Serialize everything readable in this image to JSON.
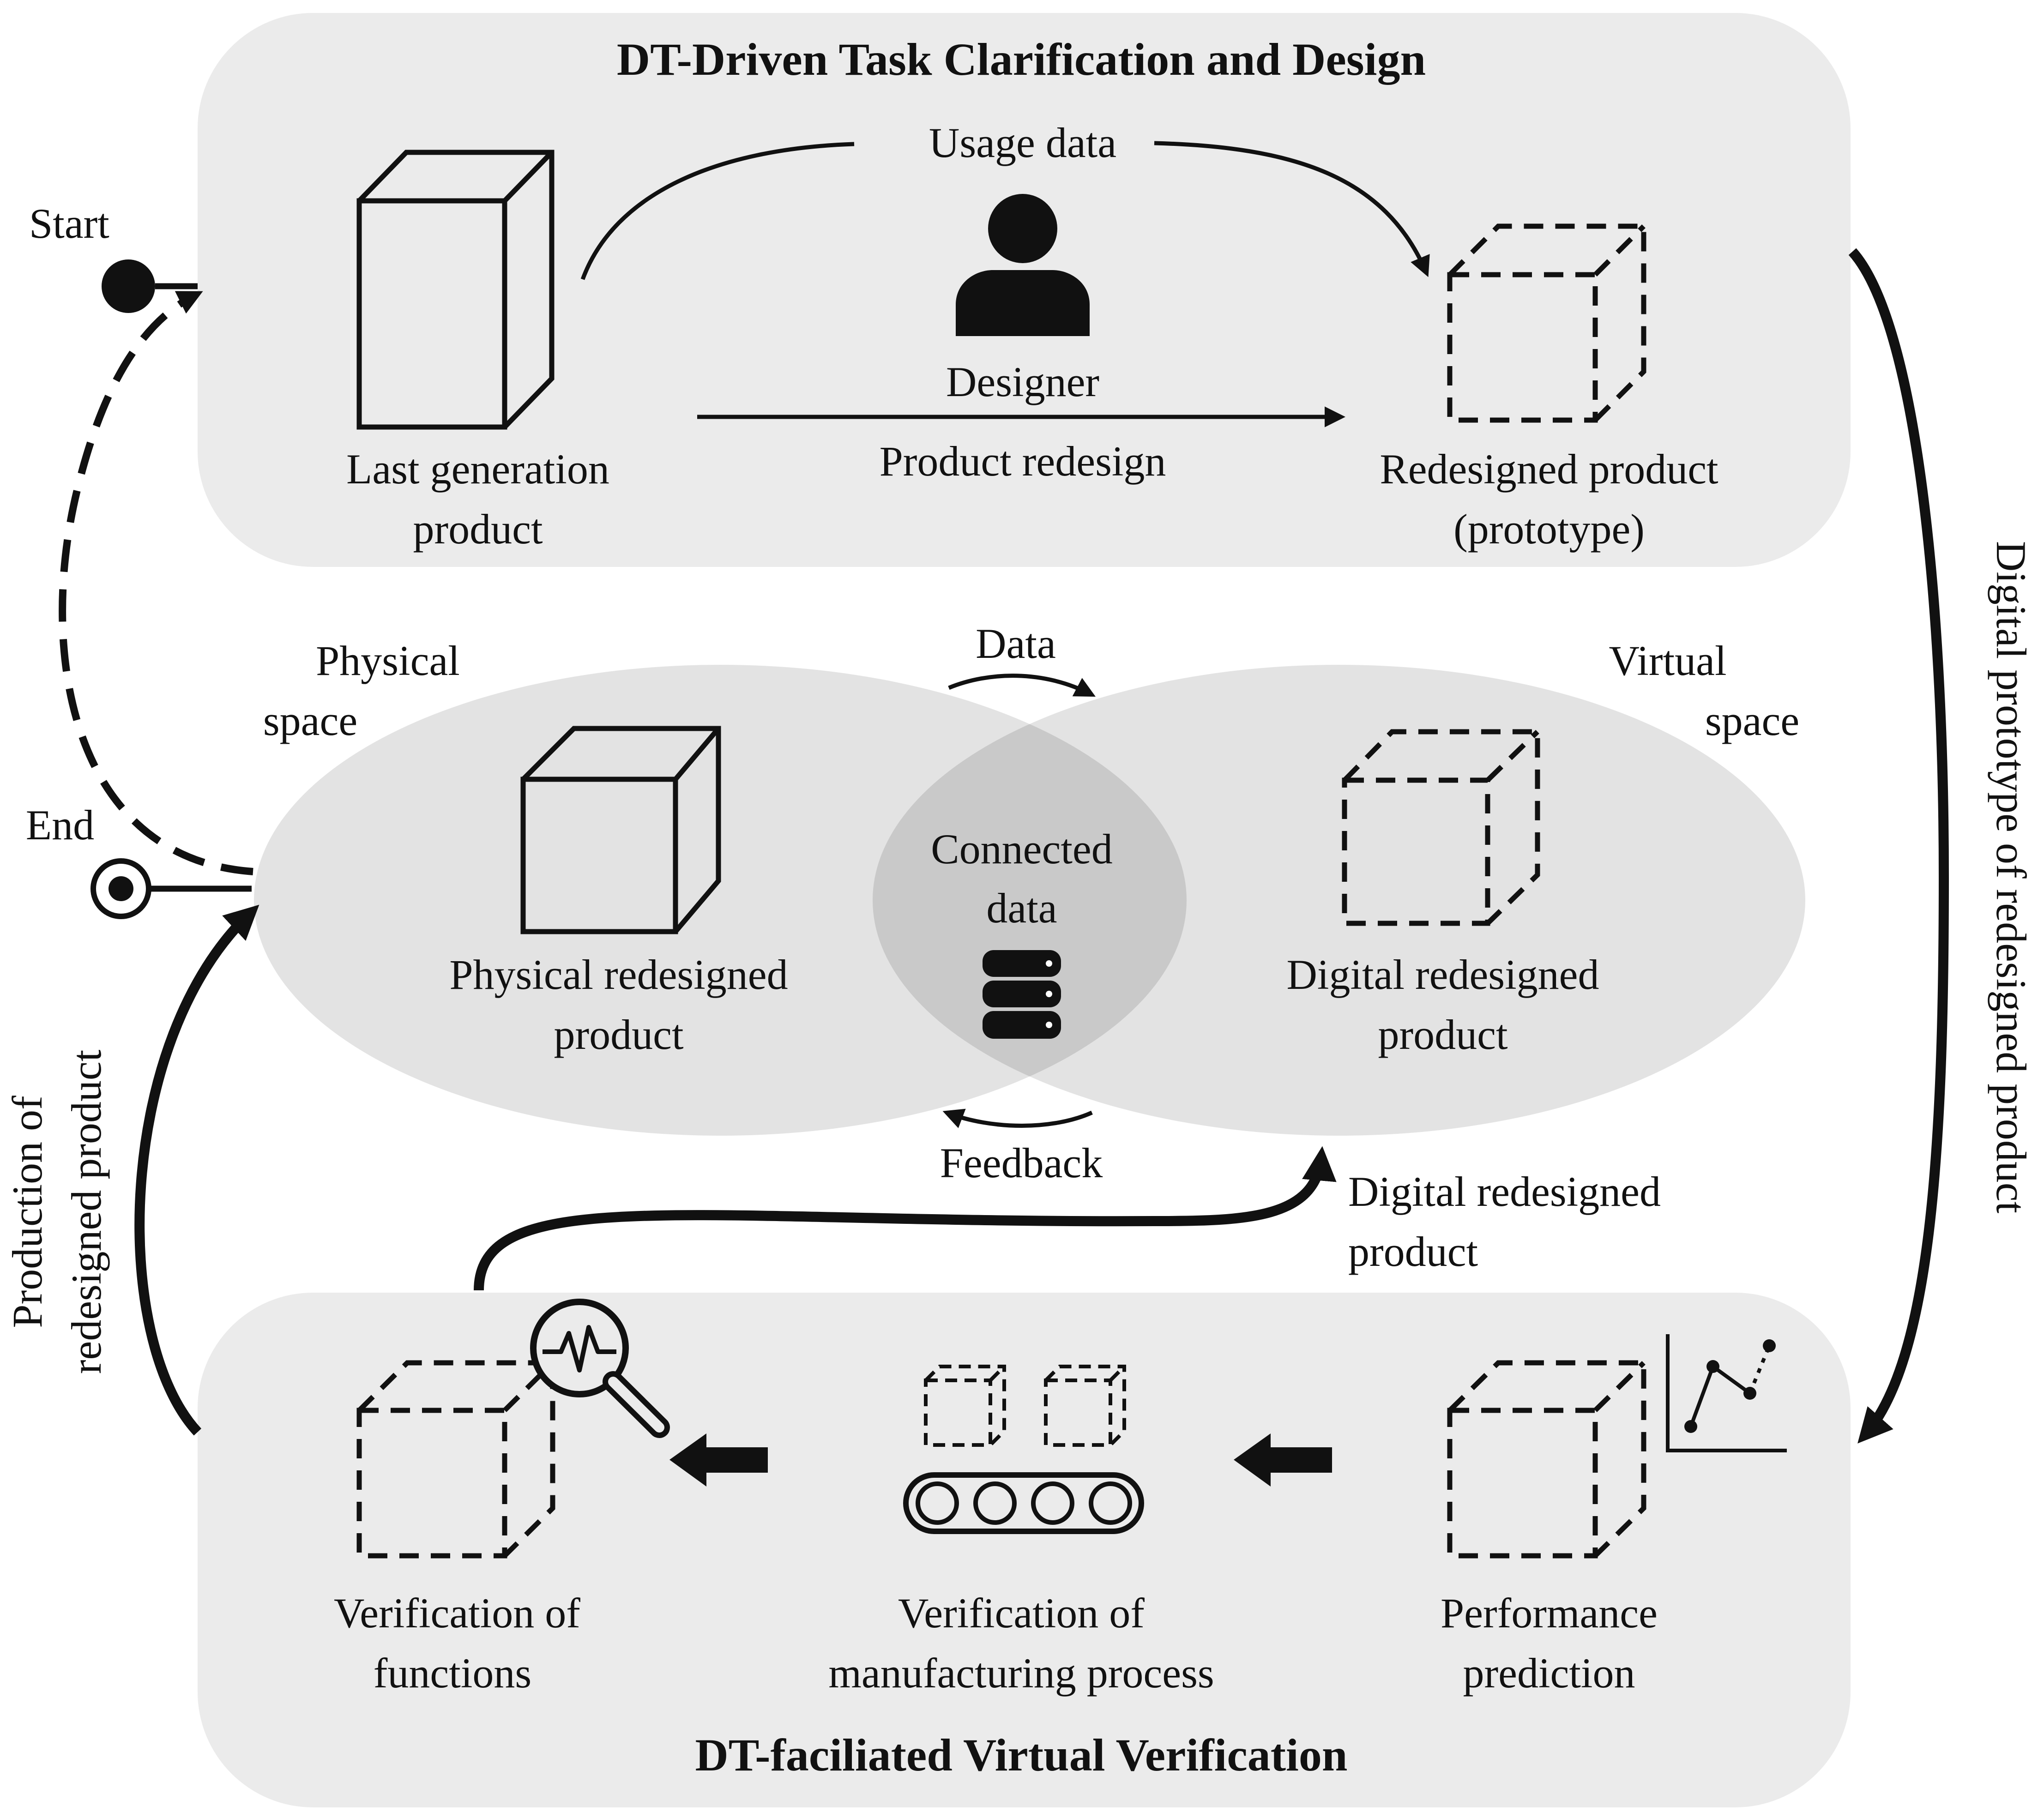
{
  "top_panel": {
    "title": "DT-Driven Task  Clarification and Design",
    "usage_data": "Usage data",
    "designer": "Designer",
    "product_redesign": "Product redesign",
    "last_gen_line1": "Last generation",
    "last_gen_line2": "product",
    "redesigned_line1": "Redesigned product",
    "redesigned_line2": "(prototype)"
  },
  "middle": {
    "physical_space_line1": "Physical",
    "physical_space_line2": "space",
    "virtual_space_line1": "Virtual",
    "virtual_space_line2": "space",
    "data_label": "Data",
    "feedback_label": "Feedback",
    "connected_line1": "Connected",
    "connected_line2": "data",
    "physical_product_line1": "Physical  redesigned",
    "physical_product_line2": "product",
    "digital_product_line1": "Digital  redesigned",
    "digital_product_line2": "product"
  },
  "side_labels": {
    "start": "Start",
    "end": "End",
    "right_vertical": "Digital prototype of redesigned product",
    "left_vertical_line1": "Production of",
    "left_vertical_line2": "redesigned product",
    "digital_redesigned_line1": "Digital redesigned",
    "digital_redesigned_line2": "product"
  },
  "bottom_panel": {
    "title": "DT-faciliated Virtual Verification",
    "functions_line1": "Verification  of",
    "functions_line2": "functions",
    "manufacturing_line1": "Verification  of",
    "manufacturing_line2": "manufacturing process",
    "performance_line1": "Performance",
    "performance_line2": "prediction"
  },
  "icons": [
    "person-icon",
    "database-icon",
    "magnifier-icon",
    "conveyor-icon",
    "line-chart-icon"
  ],
  "colors": {
    "panel": "#ebebeb",
    "ellipse": "#e4e4e4",
    "overlap": "#c9c9c9",
    "ink": "#111111"
  }
}
